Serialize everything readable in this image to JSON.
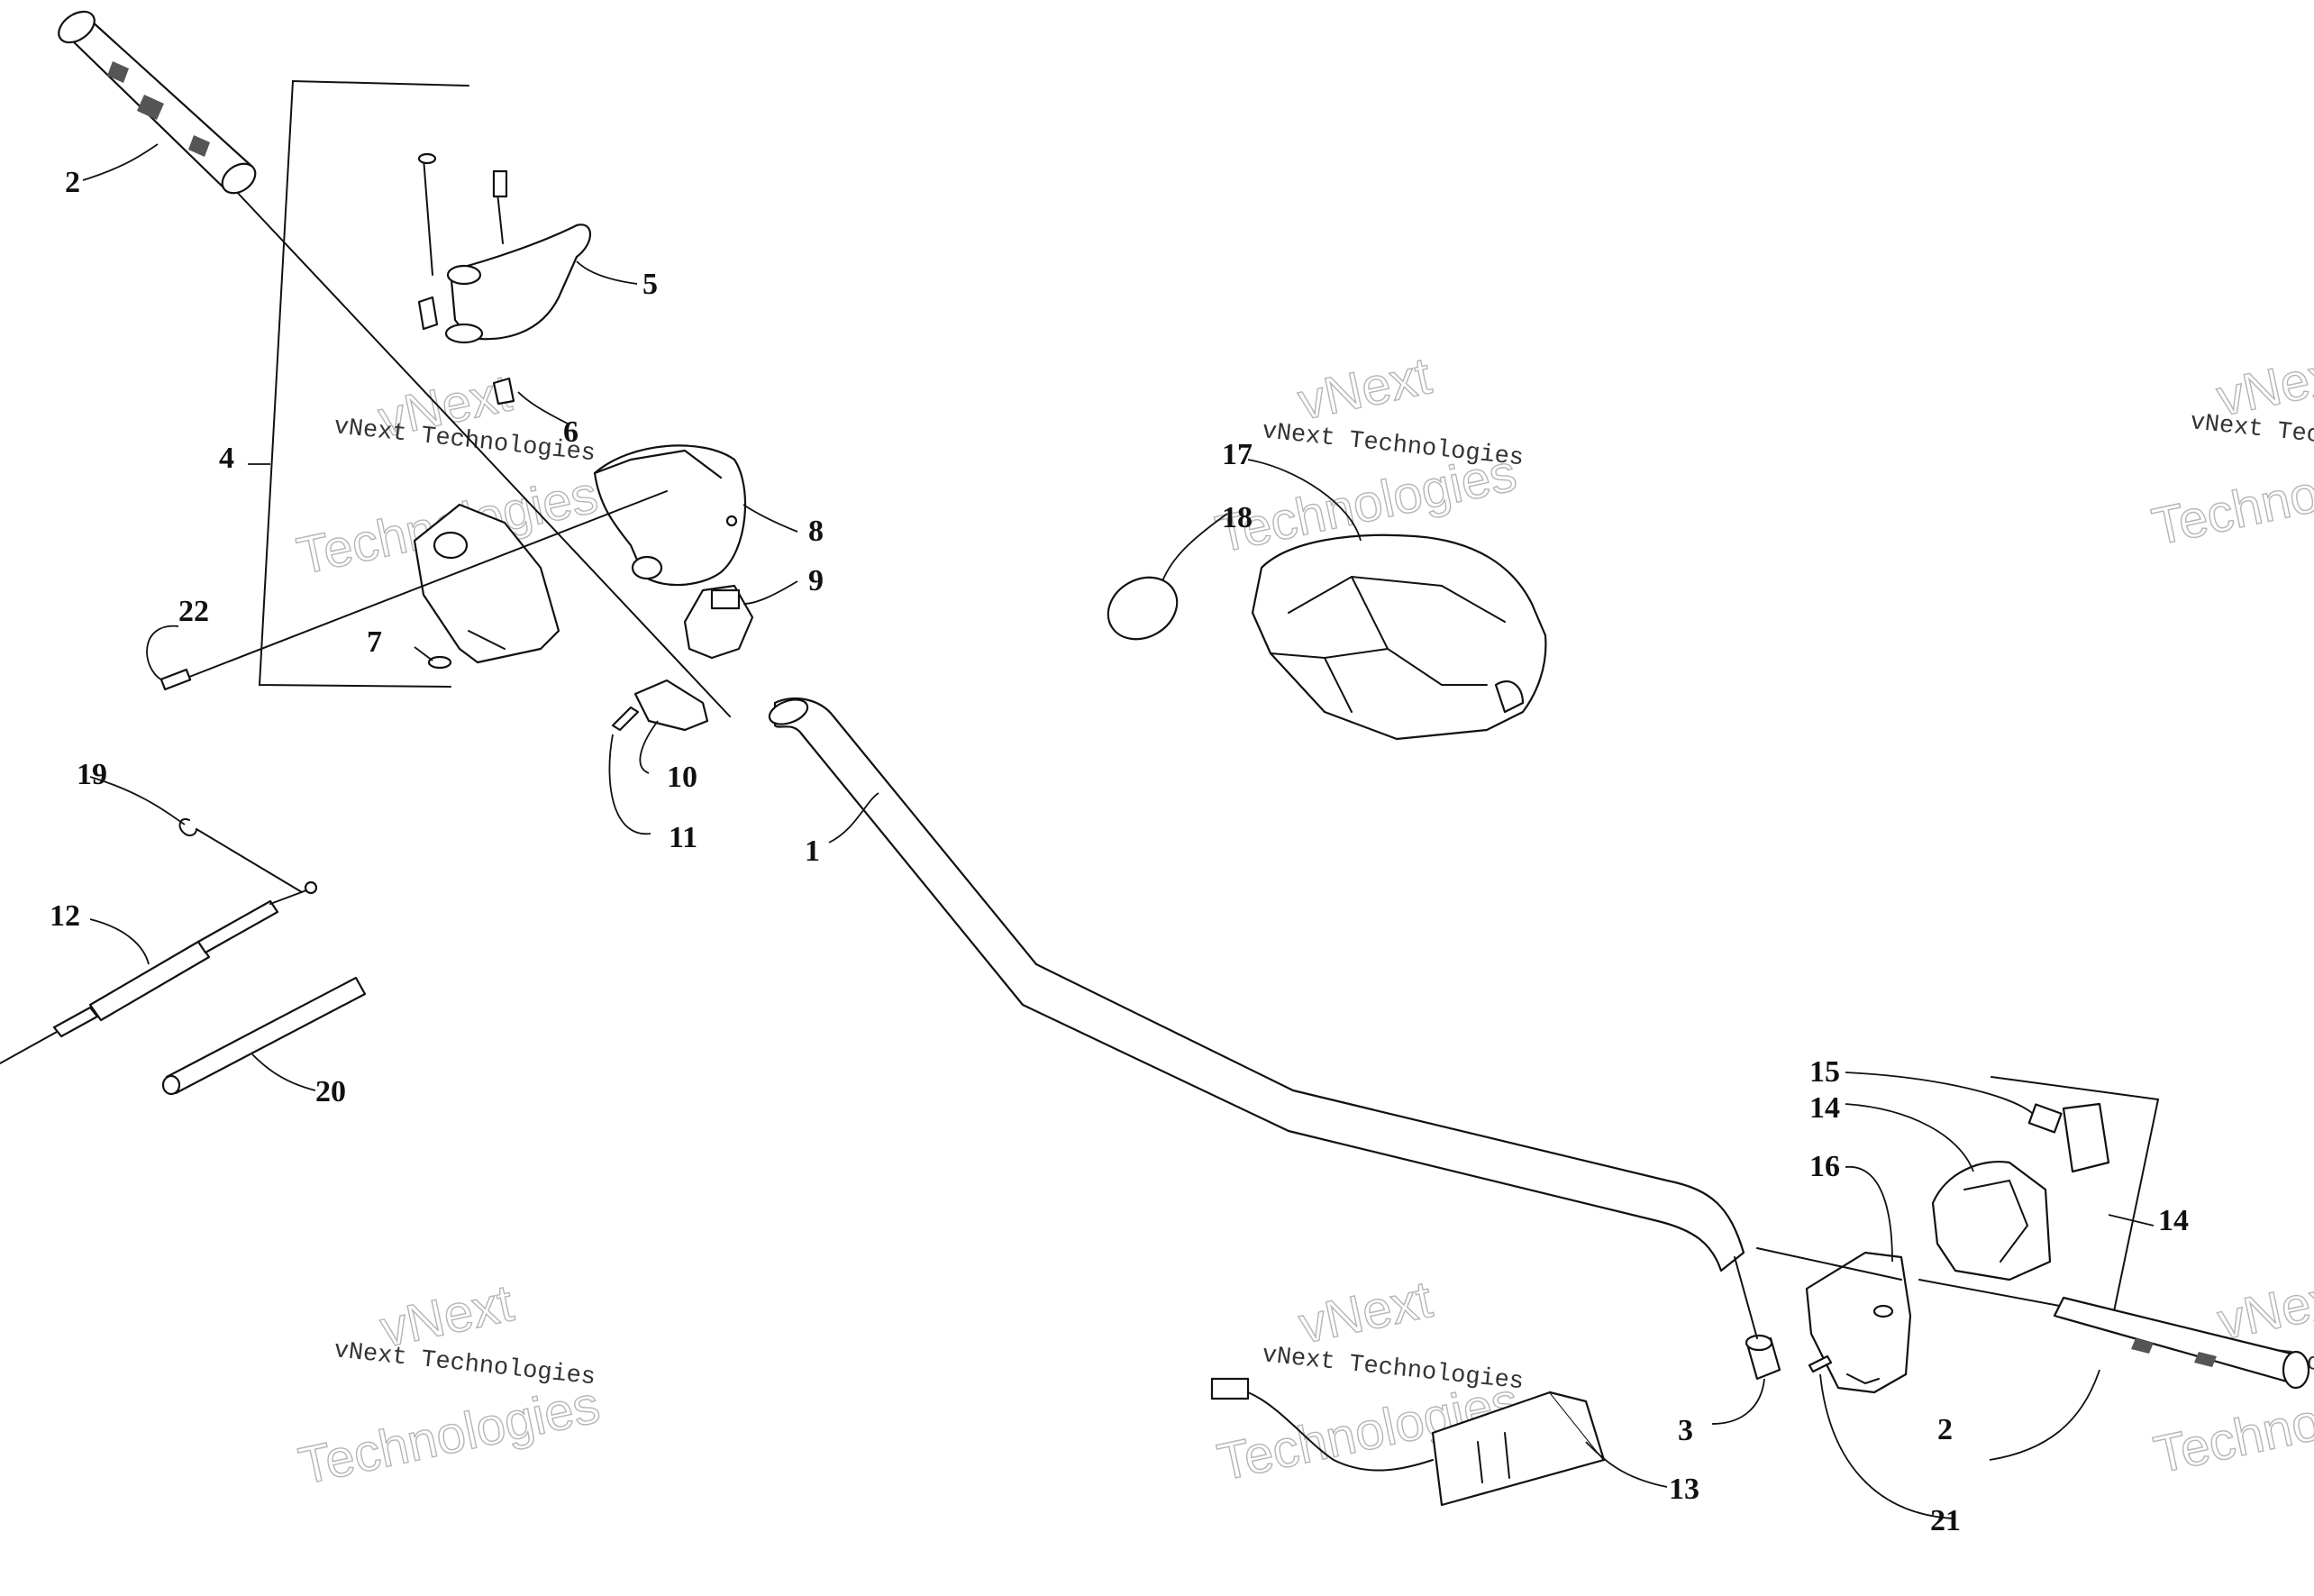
{
  "diagram": {
    "callouts": [
      {
        "id": "c1",
        "label": "1"
      },
      {
        "id": "c2a",
        "label": "2"
      },
      {
        "id": "c2b",
        "label": "2"
      },
      {
        "id": "c3",
        "label": "3"
      },
      {
        "id": "c4",
        "label": "4"
      },
      {
        "id": "c5",
        "label": "5"
      },
      {
        "id": "c6",
        "label": "6"
      },
      {
        "id": "c7",
        "label": "7"
      },
      {
        "id": "c8",
        "label": "8"
      },
      {
        "id": "c9",
        "label": "9"
      },
      {
        "id": "c10",
        "label": "10"
      },
      {
        "id": "c11",
        "label": "11"
      },
      {
        "id": "c12",
        "label": "12"
      },
      {
        "id": "c13",
        "label": "13"
      },
      {
        "id": "c14a",
        "label": "14"
      },
      {
        "id": "c14b",
        "label": "14"
      },
      {
        "id": "c15",
        "label": "15"
      },
      {
        "id": "c16",
        "label": "16"
      },
      {
        "id": "c17",
        "label": "17"
      },
      {
        "id": "c18",
        "label": "18"
      },
      {
        "id": "c19",
        "label": "19"
      },
      {
        "id": "c20",
        "label": "20"
      },
      {
        "id": "c21",
        "label": "21"
      },
      {
        "id": "c22",
        "label": "22"
      }
    ],
    "watermark": {
      "line1": "vNext",
      "line2": "vNext Technologies",
      "line3": "Technologies"
    }
  }
}
